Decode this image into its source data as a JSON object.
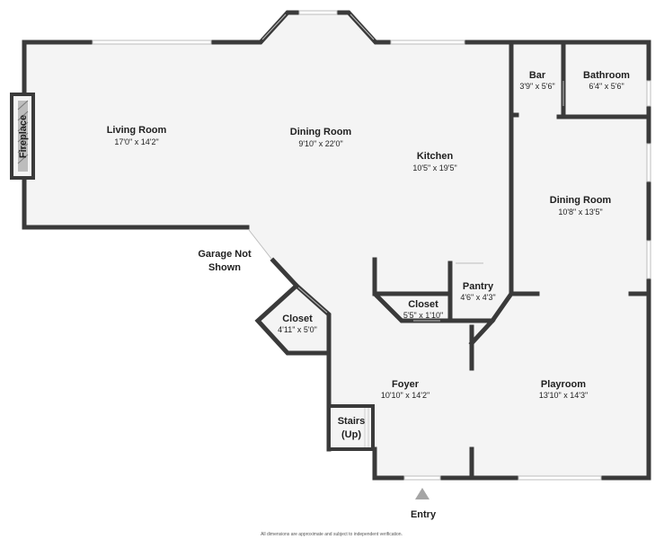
{
  "rooms": {
    "living": {
      "name": "Living Room",
      "dim": "17'0\" x 14'2\""
    },
    "dining1": {
      "name": "Dining Room",
      "dim": "9'10\" x 22'0\""
    },
    "kitchen": {
      "name": "Kitchen",
      "dim": "10'5\" x 19'5\""
    },
    "bar": {
      "name": "Bar",
      "dim": "3'9\" x 5'6\""
    },
    "bathroom": {
      "name": "Bathroom",
      "dim": "6'4\" x 5'6\""
    },
    "dining2": {
      "name": "Dining Room",
      "dim": "10'8\" x 13'5\""
    },
    "pantry": {
      "name": "Pantry",
      "dim": "4'6\" x 4'3\""
    },
    "closet1": {
      "name": "Closet",
      "dim": "5'5\" x 1'10\""
    },
    "closet2": {
      "name": "Closet",
      "dim": "4'11\" x 5'0\""
    },
    "foyer": {
      "name": "Foyer",
      "dim": "10'10\" x 14'2\""
    },
    "playroom": {
      "name": "Playroom",
      "dim": "13'10\" x 14'3\""
    },
    "stairs": {
      "line1": "Stairs",
      "line2": "(Up)"
    }
  },
  "labels": {
    "fireplace": "Fireplace",
    "garage_line1": "Garage Not",
    "garage_line2": "Shown",
    "entry": "Entry",
    "disclaimer": "All dimensions are approximate and subject to independent verification."
  },
  "colors": {
    "wall": "#3a3a3a",
    "floor": "#f4f4f4",
    "window": "#ffffff"
  }
}
